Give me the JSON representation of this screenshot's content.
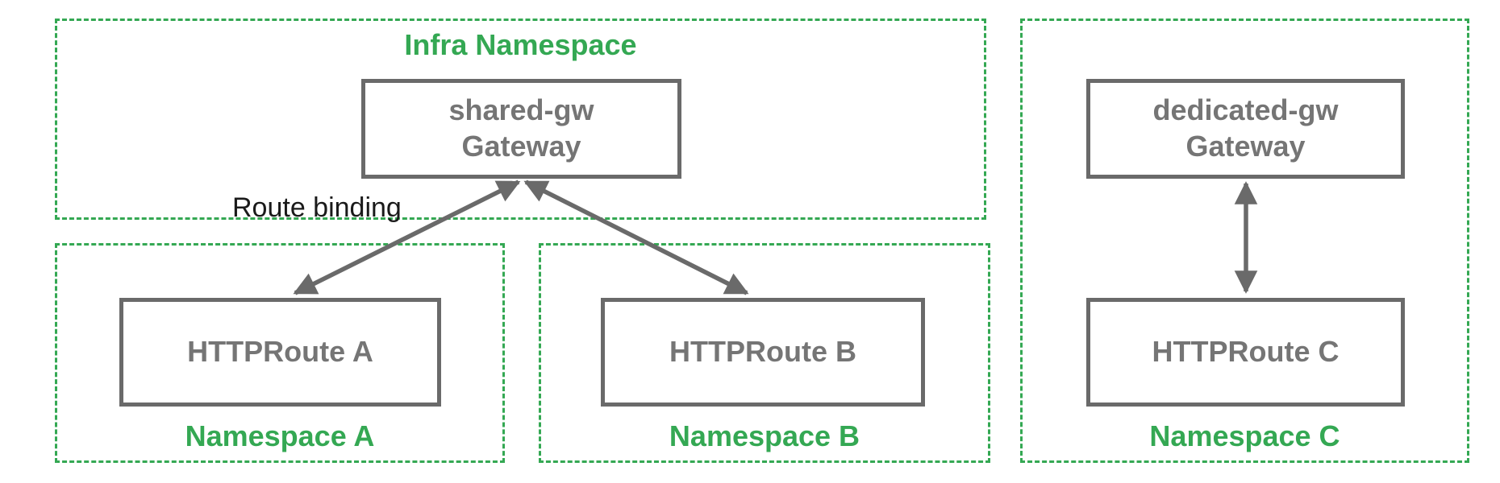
{
  "diagram": {
    "infra_namespace": {
      "label": "Infra Namespace"
    },
    "shared_gateway": {
      "name": "shared-gw",
      "type": "Gateway"
    },
    "dedicated_gateway": {
      "name": "dedicated-gw",
      "type": "Gateway"
    },
    "namespace_a": {
      "label": "Namespace A",
      "route_label": "HTTPRoute A"
    },
    "namespace_b": {
      "label": "Namespace B",
      "route_label": "HTTPRoute B"
    },
    "namespace_c": {
      "label": "Namespace C",
      "route_label": "HTTPRoute C"
    },
    "annotations": {
      "route_binding": "Route binding"
    },
    "colors": {
      "namespace_green": "#34A853",
      "node_border_gray": "#6A6A6A",
      "node_text_gray": "#757575",
      "arrow_gray": "#6A6A6A",
      "annotation_black": "#1A1A1A"
    },
    "connections": [
      {
        "from": "HTTPRoute A",
        "to": "shared-gw Gateway",
        "bidirectional": true,
        "label": "Route binding"
      },
      {
        "from": "HTTPRoute B",
        "to": "shared-gw Gateway",
        "bidirectional": true,
        "label": ""
      },
      {
        "from": "HTTPRoute C",
        "to": "dedicated-gw Gateway",
        "bidirectional": true,
        "label": ""
      }
    ]
  }
}
